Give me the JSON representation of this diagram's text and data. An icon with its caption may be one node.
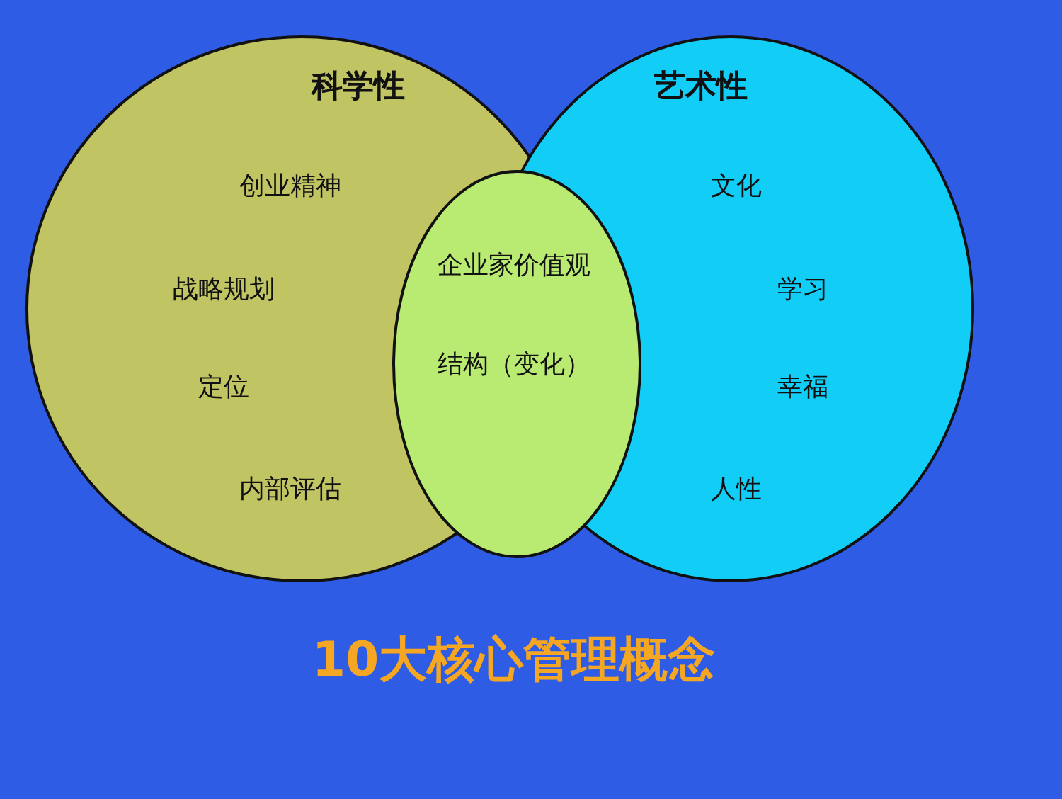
{
  "diagram": {
    "caption": "10大核心管理概念",
    "nodes": [
      {
        "text": [
          "科学性",
          "创业精神",
          "战略规划",
          "定位",
          "内部评估"
        ]
      },
      {
        "text": [
          "艺术性",
          "文化",
          "学习",
          "幸福",
          "人性"
        ]
      },
      {
        "text": [
          "企业家价值观",
          "结构（变化）"
        ]
      }
    ],
    "edges": []
  }
}
